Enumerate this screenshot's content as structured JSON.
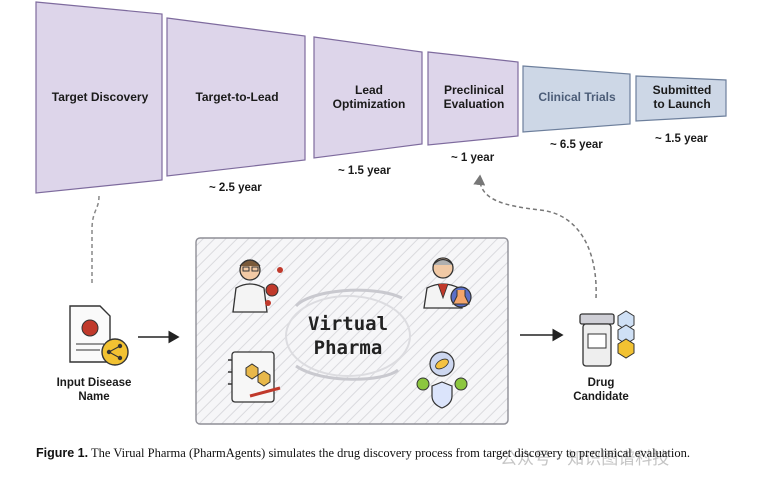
{
  "pipeline": {
    "stages": [
      {
        "label_lines": [
          "Target Discovery"
        ],
        "duration": ""
      },
      {
        "label_lines": [
          "Target-to-Lead"
        ],
        "duration": "~ 2.5 year"
      },
      {
        "label_lines": [
          "Lead",
          "Optimization"
        ],
        "duration": "~ 1.5 year"
      },
      {
        "label_lines": [
          "Preclinical",
          "Evaluation"
        ],
        "duration": "~ 1 year"
      },
      {
        "label_lines": [
          "Clinical Trials"
        ],
        "duration": "~ 6.5 year"
      },
      {
        "label_lines": [
          "Submitted",
          "to Launch"
        ],
        "duration": "~ 1.5 year"
      }
    ]
  },
  "input": {
    "label": "Input Disease Name"
  },
  "virtual_pharma": {
    "title_line1": "Virtual",
    "title_line2": "Pharma"
  },
  "output": {
    "label": "Drug Candidate"
  },
  "caption": {
    "label": "Figure 1.",
    "text": "The Virual Pharma (PharmAgents) simulates the drug discovery process from target discovery to preclinical evaluation."
  },
  "watermark": {
    "text": "公众号 · 知识图谱科技"
  },
  "colors": {
    "purple_fill": "#ddd5ea",
    "purple_stroke": "#7e6b9e",
    "blue_fill": "#cdd7e6",
    "blue_stroke": "#6d7f9c"
  }
}
